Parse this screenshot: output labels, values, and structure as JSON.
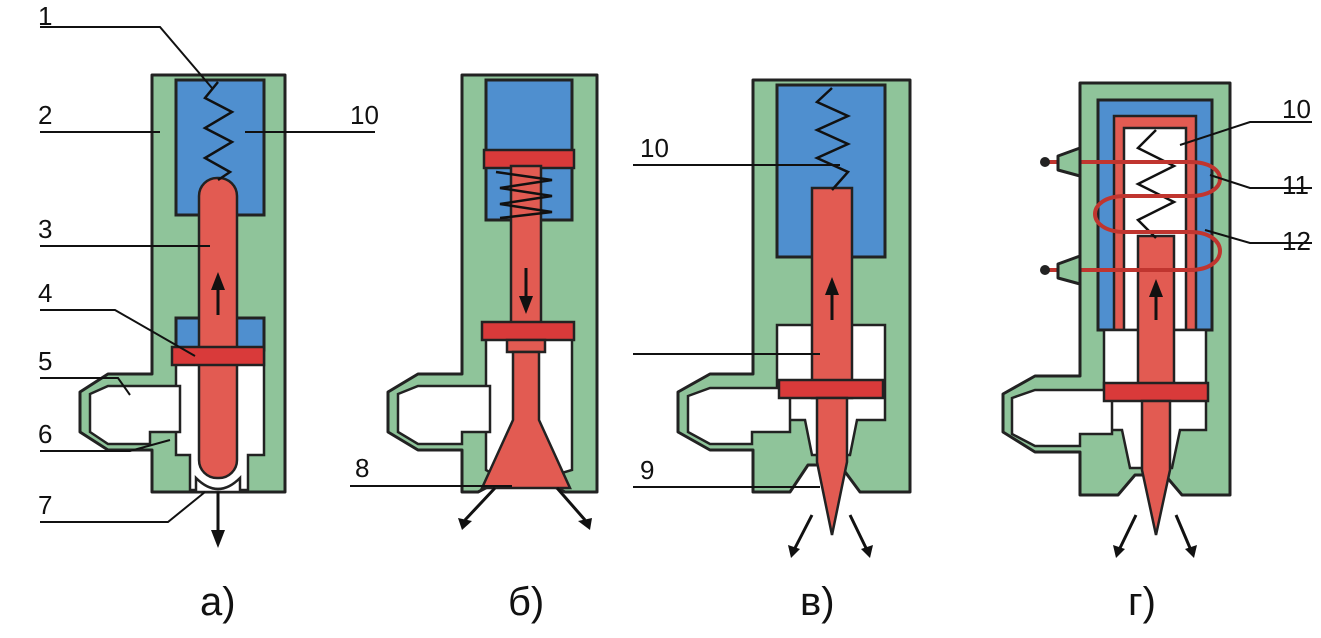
{
  "labels": {
    "n1": "1",
    "n2": "2",
    "n3": "3",
    "n4": "4",
    "n5": "5",
    "n6": "6",
    "n7": "7",
    "n8": "8",
    "n9": "9",
    "n10": "10",
    "n11": "11",
    "n12": "12"
  },
  "captions": {
    "a": "а)",
    "b": "б)",
    "v": "в)",
    "g": "г)"
  },
  "colors": {
    "housing": "#8fc49a",
    "chamber": "#4f8fcf",
    "valve": "#e25b52",
    "seal": "#d93a3a",
    "coil": "#c0352f"
  }
}
